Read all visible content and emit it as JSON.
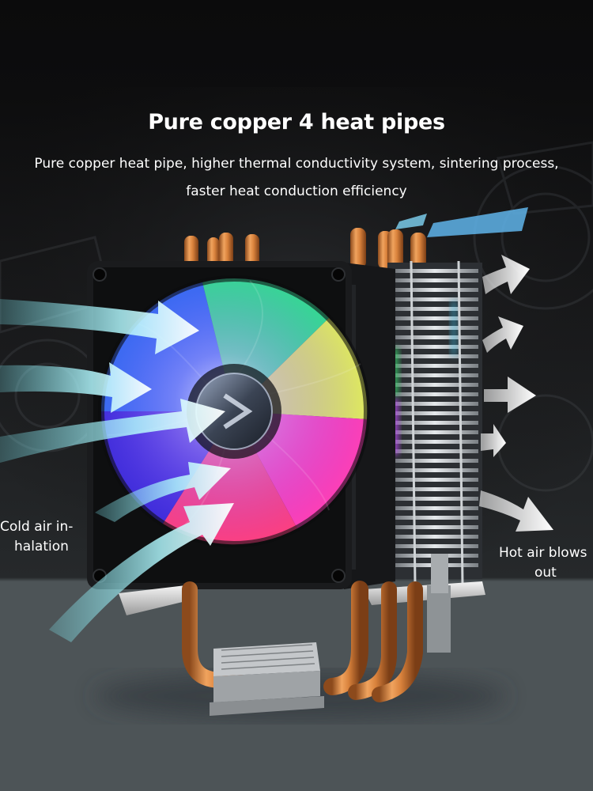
{
  "headline": {
    "title": "Pure copper 4 heat pipes",
    "subtitle_line1": "Pure copper heat pipe, higher thermal conductivity system, sintering process,",
    "subtitle_line2": "faster heat conduction efficiency"
  },
  "callouts": {
    "cold_line1": "Cold air in-",
    "cold_line2": "halation",
    "hot_line1": "Hot air blows",
    "hot_line2": "out"
  },
  "colors": {
    "background_top": "#0b0b0c",
    "background_floor": "#4a5154",
    "cold_air": "#7fe9f2",
    "hot_air": "#ffffff",
    "copper": "#d9823c",
    "text": "#ffffff"
  },
  "icons": {
    "intake_arrows": "cold-air-arrow-icon",
    "exhaust_arrows": "hot-air-arrow-icon"
  }
}
